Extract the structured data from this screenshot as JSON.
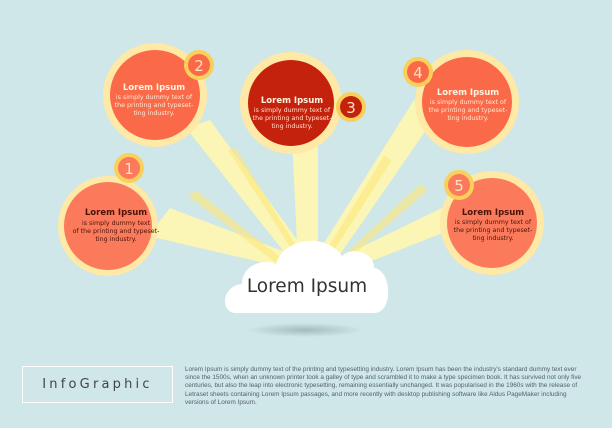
{
  "center": {
    "label": "Lorem Ipsum"
  },
  "nodes": [
    {
      "number": "1",
      "title": "Lorem Ipsum",
      "body_lines": [
        "is simply dummy text",
        "of the printing and typeset-",
        "ting industry."
      ]
    },
    {
      "number": "2",
      "title": "Lorem Ipsum",
      "body_lines": [
        "is simply dummy text of",
        "the printing and typeset-",
        "ting industry."
      ]
    },
    {
      "number": "3",
      "title": "Lorem Ipsum",
      "body_lines": [
        "is simply dummy text of",
        "the printing and typeset-",
        "ting industry."
      ]
    },
    {
      "number": "4",
      "title": "Lorem Ipsum",
      "body_lines": [
        "is simply dummy text of",
        "the printing and typeset-",
        "ting industry."
      ]
    },
    {
      "number": "5",
      "title": "Lorem Ipsum",
      "body_lines": [
        "is simply dummy text of",
        "the printing and typeset-",
        "ting industry."
      ]
    }
  ],
  "footer": {
    "title": "InfoGraphic",
    "text": "Lorem Ipsum is simply dummy text of the printing and typesetting industry. Lorem Ipsum has been the industry's standard dummy text ever since the 1500s, when an unknown printer took a galley of type and scrambled it to make a type specimen book. It has survived not only five centuries, but also the leap into electronic typesetting, remaining essentially unchanged. It was popularised in the 1960s with the release of Letraset sheets containing Lorem Ipsum passages, and more recently with desktop publishing software like Aldus PageMaker including versions of Lorem Ipsum."
  },
  "colors": {
    "background": "#cfe7e8",
    "ray": "#fff7b8",
    "ring": "#ffe9a6",
    "node_fill": [
      "#fb7a5c",
      "#fb6a48",
      "#c5220d",
      "#fb6a48",
      "#fb7a5c"
    ],
    "badge": "#f9d05a"
  }
}
